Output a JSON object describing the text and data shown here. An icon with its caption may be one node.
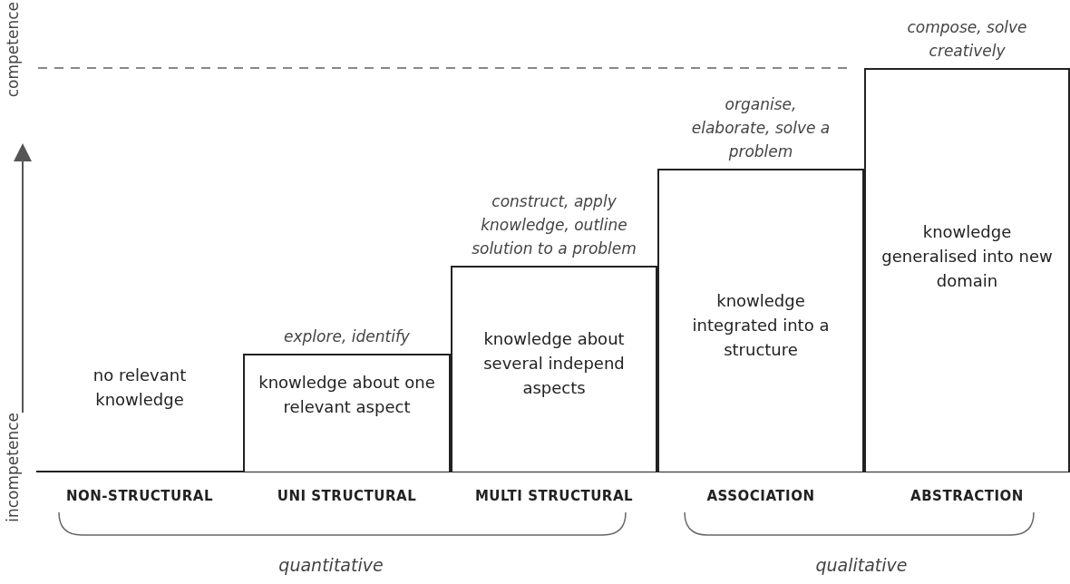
{
  "diagram": {
    "nodes": [
      {
        "text": [
          "no relevant knowledge"
        ]
      },
      {
        "text": [
          "knowledge about one relevant aspect"
        ],
        "beside": [
          "explore, identify"
        ]
      },
      {
        "text": [
          "knowledge about several independ aspects"
        ],
        "beside": [
          "construct, apply knowledge, outline solution to a problem"
        ]
      },
      {
        "text": [
          "knowledge integrated into a structure"
        ],
        "beside": [
          "organise, elaborate, solve a problem"
        ]
      },
      {
        "text": [
          "knowledge generalised into new domain"
        ],
        "beside": [
          "compose, solve creatively"
        ]
      }
    ],
    "edges": [],
    "labels": [
      "competence",
      "incompetence",
      "NON-STRUCTURAL",
      "UNI STRUCTURAL",
      "MULTI STRUCTURAL",
      "ASSOCIATION",
      "ABSTRACTION",
      "quantitative",
      "qualitative"
    ]
  }
}
